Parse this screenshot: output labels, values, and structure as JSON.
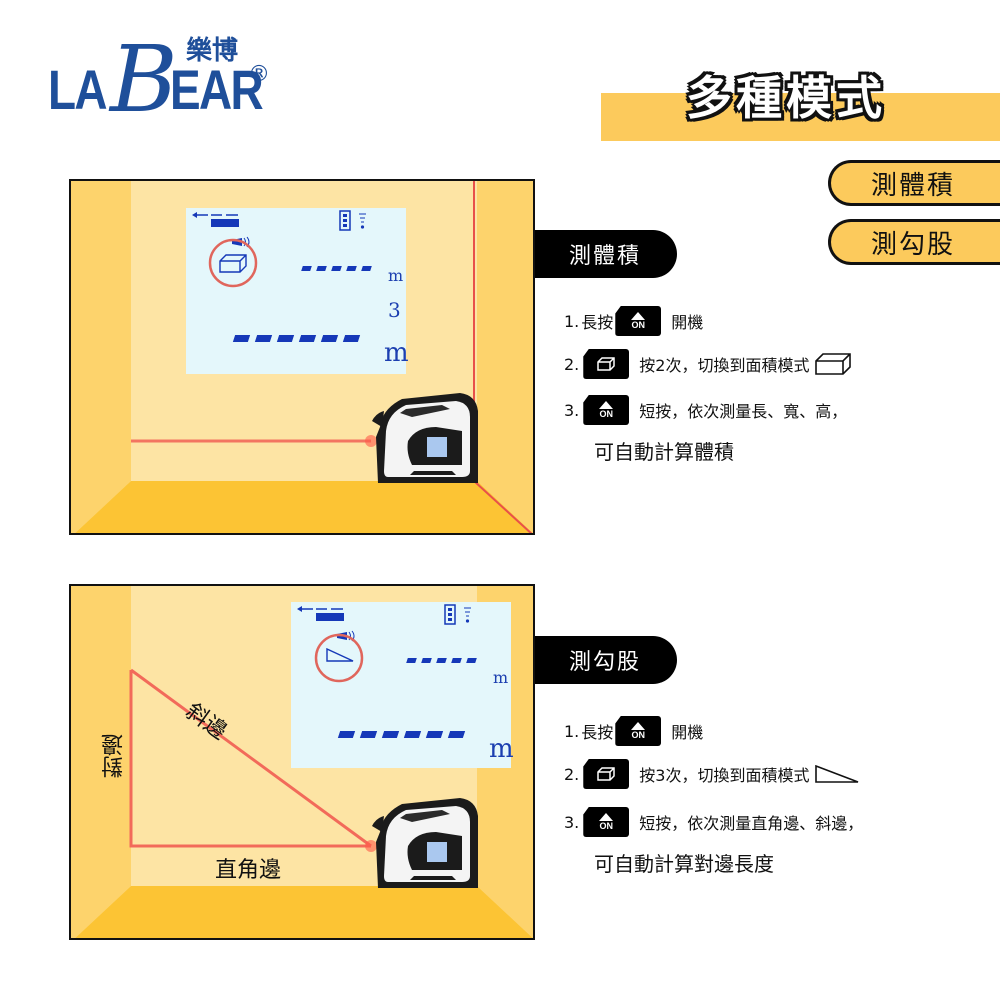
{
  "brand": {
    "logo_la": "LA",
    "logo_b": "B",
    "logo_ear": "EAR",
    "logo_cn": "樂博",
    "logo_reg": "®",
    "color": "#1f4f9a"
  },
  "header": {
    "title": "多種模式",
    "banner_color": "#fcca5c"
  },
  "modes": [
    {
      "label": "測體積"
    },
    {
      "label": "測勾股"
    }
  ],
  "sections": [
    {
      "tab": "測體積",
      "lcd": {
        "unit_top": "m",
        "unit_mid": "3",
        "unit_bottom": "m",
        "mode_icon": "box-volume-icon"
      },
      "steps": [
        {
          "num": "1.",
          "before": "長按",
          "key": "on-key",
          "key_label": "ON",
          "after": "開機"
        },
        {
          "num": "2.",
          "key": "mode-key",
          "after": "按2次，切換到面積模式",
          "trail_icon": "box-volume-icon"
        },
        {
          "num": "3.",
          "key": "on-key",
          "key_label": "ON",
          "after": "短按，依次測量長、寬、高，",
          "cont": "可自動計算體積"
        }
      ]
    },
    {
      "tab": "測勾股",
      "lcd": {
        "unit_top": "m",
        "unit_bottom": "m",
        "mode_icon": "right-triangle-icon"
      },
      "labels": {
        "hypotenuse": "斜邊",
        "opposite": "對邊",
        "adjacent": "直角邊"
      },
      "steps": [
        {
          "num": "1.",
          "before": "長按",
          "key": "on-key",
          "key_label": "ON",
          "after": "開機"
        },
        {
          "num": "2.",
          "key": "mode-key",
          "after": "按3次，切換到面積模式",
          "trail_icon": "right-triangle-icon"
        },
        {
          "num": "3.",
          "key": "on-key",
          "key_label": "ON",
          "after": "短按，依次測量直角邊、斜邊，",
          "cont": "可自動計算對邊長度"
        }
      ]
    }
  ],
  "colors": {
    "wall": "#fde4a4",
    "side_wall": "#fdd36c",
    "floor": "#fcc434",
    "laser": "#e8504a",
    "lcd_bg": "#e4f7fb",
    "lcd_ink": "#1538b8"
  }
}
